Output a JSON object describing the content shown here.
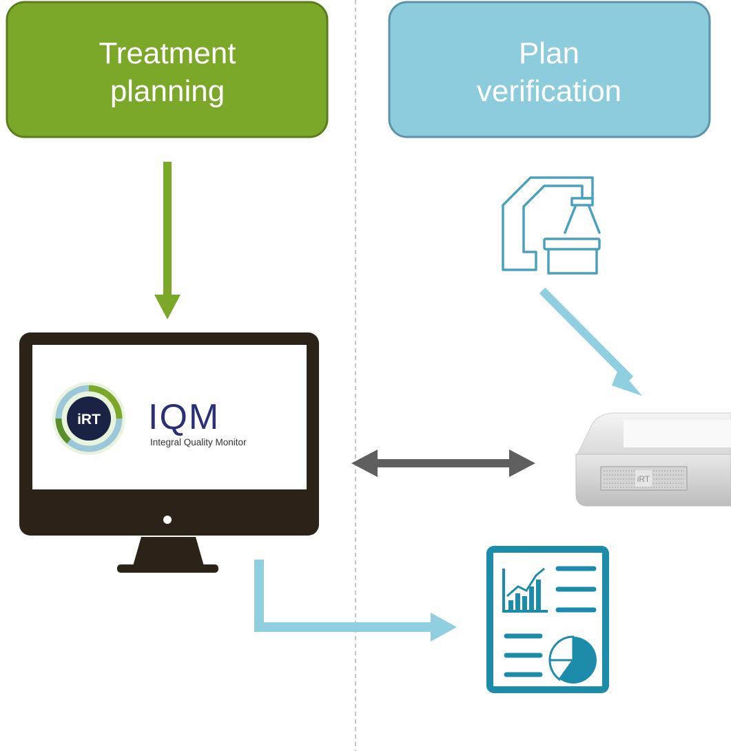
{
  "colors": {
    "green": "#7ca82a",
    "green_border": "#5a7d1c",
    "blue": "#8dccdc",
    "blue_border": "#5b93a8",
    "teal_icon": "#4aa0bd",
    "report_teal": "#1d8cab",
    "arrow_light_blue": "#8fcfe0",
    "arrow_gray": "#5f5f5f",
    "monitor": "#2b2317",
    "divider": "#b3b3b3"
  },
  "boxes": {
    "treatment": {
      "line1": "Treatment",
      "line2": "planning"
    },
    "verification": {
      "line1": "Plan",
      "line2": "verification"
    }
  },
  "screen": {
    "logo_text": "iRT",
    "title": "IQM",
    "subtitle": "Integral Quality Monitor"
  },
  "device": {
    "badge": "iRT"
  },
  "icons": {
    "linac": "linac-icon",
    "report": "report-icon",
    "monitor": "monitor-icon",
    "device": "iqm-device"
  }
}
